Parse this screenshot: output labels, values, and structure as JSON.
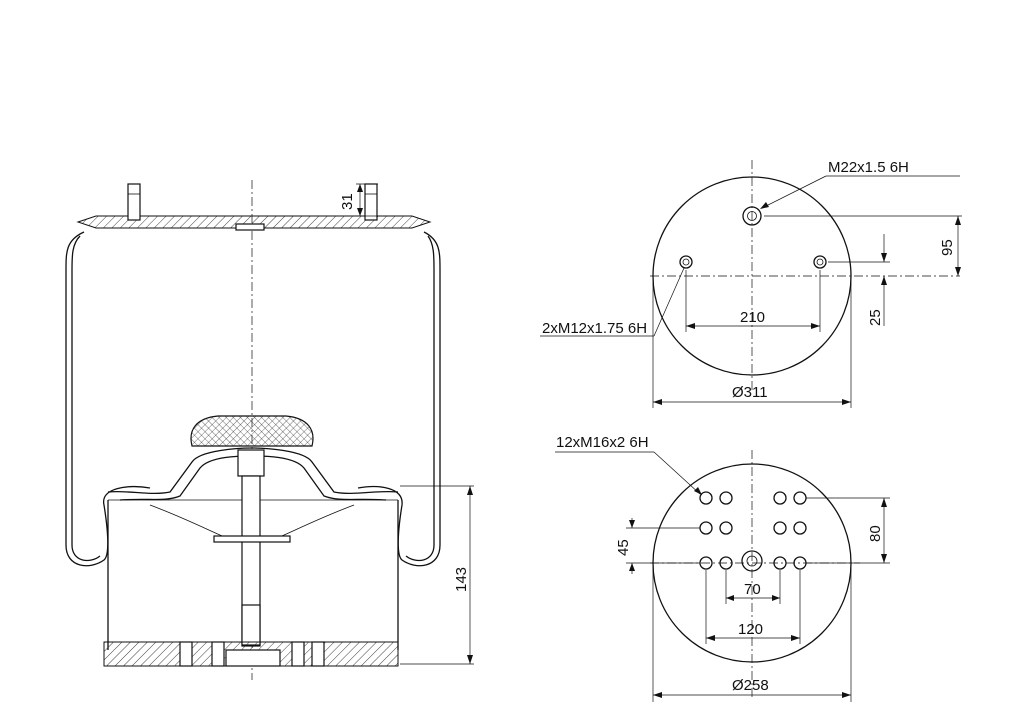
{
  "side_view": {
    "stud_height_label": "31",
    "piston_height_label": "143"
  },
  "top_view": {
    "center_thread_label": "M22x1.5 6H",
    "side_thread_label": "2xM12x1.75 6H",
    "stud_spacing_label": "210",
    "center_offset_label": "95",
    "stud_offset_label": "25",
    "diameter_label": "Ø311"
  },
  "bottom_view": {
    "thread_label": "12xM16x2 6H",
    "row_spacing_label": "45",
    "outer_spacing_label": "80",
    "inner_width_label": "70",
    "outer_width_label": "120",
    "diameter_label": "Ø258"
  }
}
